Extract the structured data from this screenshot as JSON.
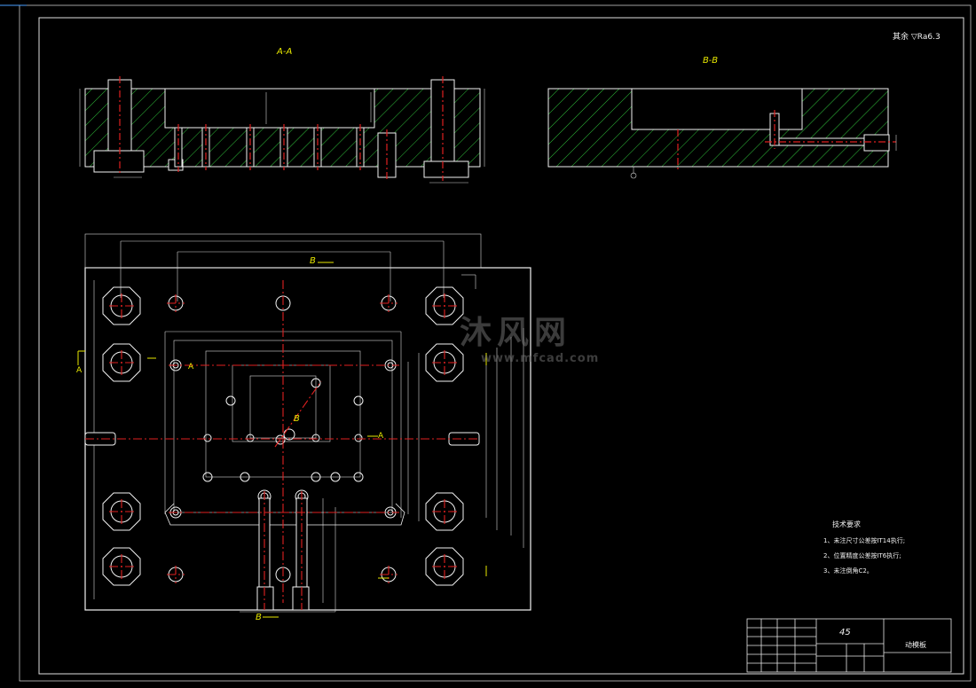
{
  "section_labels": {
    "aa": "A-A",
    "bb": "B-B",
    "ref_top": "B",
    "ref_bottom": "B",
    "ref_center": "B",
    "ref_a_left": "A",
    "ref_a_right": "A",
    "ref_a_mid": "A"
  },
  "roughness_note": "其余 ▽Ra6.3",
  "watermark": {
    "brand": "沐风网",
    "url": "www.mfcad.com"
  },
  "technical_requirements": {
    "title": "技术要求",
    "items": [
      "1、未注尺寸公差按IT14执行;",
      "2、位置精度公差按IT6执行;",
      "3、未注倒角C2。"
    ]
  },
  "title_block": {
    "material": "45",
    "part_name": "动模板"
  },
  "colors": {
    "background": "#000000",
    "outline": "#f2f2f2",
    "hatch": "#2fbf3a",
    "centerline": "#e02020",
    "annotation": "#e8e800"
  }
}
